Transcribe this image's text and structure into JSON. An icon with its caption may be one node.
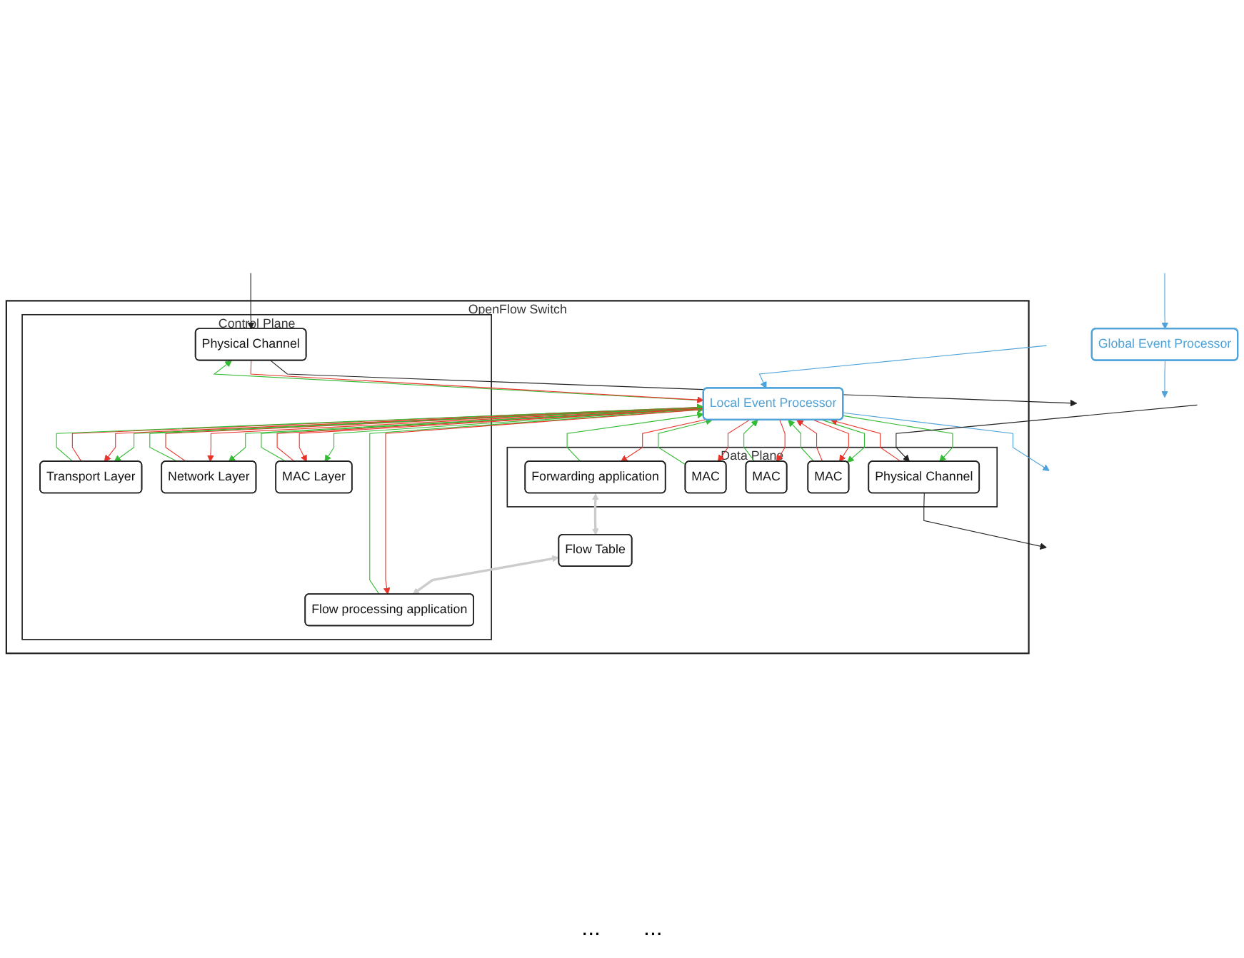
{
  "diagram": {
    "nodes": [
      {
        "text": [
          "OpenFlow Switch"
        ]
      },
      {
        "text": [
          "Data Plane"
        ],
        "in": 0
      },
      {
        "text": [
          "Forwarding application"
        ],
        "in": 1
      },
      {
        "text": [
          "MAC"
        ],
        "in": 1
      },
      {
        "text": [
          "MAC"
        ],
        "in": 1
      },
      {
        "text": [
          "MAC"
        ],
        "in": 1
      },
      {
        "text": [
          "Physical Channel"
        ],
        "in": 1
      },
      {
        "text": [
          "Flow Table"
        ],
        "in": 0
      },
      {
        "text": [
          "Local Event Processor"
        ],
        "in": 0
      },
      {
        "text": [
          "Control Plane"
        ],
        "in": 0
      },
      {
        "text": [
          "Flow processing application"
        ],
        "in": 9
      },
      {
        "text": [
          "Transport Layer"
        ],
        "in": 9
      },
      {
        "text": [
          "Network Layer"
        ],
        "in": 9
      },
      {
        "text": [
          "MAC Layer"
        ],
        "in": 9
      },
      {
        "text": [
          "Physical Channel"
        ],
        "in": 9
      },
      {
        "text": [
          "Global Event Processor"
        ]
      }
    ],
    "edges": [
      {
        "from": 2,
        "to": 7,
        "arrow": "both",
        "color": "#cccccc"
      },
      {
        "from": 7,
        "to": 10,
        "arrow": "both",
        "color": "#cccccc"
      },
      {
        "from": 8,
        "to": null,
        "arrow": "to",
        "color": "#4fa3d9"
      },
      {
        "from": null,
        "to": 8,
        "arrow": "to",
        "color": "#4fa3d9"
      },
      {
        "from": 15,
        "to": null,
        "arrow": "to",
        "color": "#4fa3d9"
      },
      {
        "from": null,
        "to": 15,
        "arrow": "to",
        "color": "#4fa3d9"
      },
      {
        "from": 2,
        "to": 8,
        "arrow": "to",
        "color": "#33bb33"
      },
      {
        "from": 8,
        "to": 5,
        "arrow": "to",
        "color": "#33bb33"
      },
      {
        "from": 5,
        "to": 8,
        "arrow": "to",
        "color": "#e8332a"
      },
      {
        "from": 8,
        "to": 2,
        "arrow": "to",
        "color": "#e8332a"
      },
      {
        "from": 3,
        "to": 8,
        "arrow": "to",
        "color": "#33bb33"
      },
      {
        "from": 4,
        "to": 8,
        "arrow": "to",
        "color": "#33bb33"
      },
      {
        "from": 5,
        "to": 8,
        "arrow": "to",
        "color": "#33bb33"
      },
      {
        "from": 8,
        "to": 6,
        "arrow": "to",
        "color": "#33bb33"
      },
      {
        "from": 6,
        "to": 8,
        "arrow": "to",
        "color": "#e8332a"
      },
      {
        "from": 8,
        "to": 3,
        "arrow": "to",
        "color": "#e8332a"
      },
      {
        "from": 8,
        "to": 4,
        "arrow": "to",
        "color": "#e8332a"
      },
      {
        "from": 8,
        "to": 5,
        "arrow": "to",
        "color": "#e8332a"
      },
      {
        "from": 10,
        "to": 8,
        "arrow": "to",
        "color": "#33bb33"
      },
      {
        "from": 8,
        "to": 11,
        "arrow": "to",
        "color": "#33bb33"
      },
      {
        "from": 11,
        "to": 8,
        "arrow": "to",
        "color": "#e8332a"
      },
      {
        "from": 8,
        "to": 10,
        "arrow": "to",
        "color": "#e8332a"
      },
      {
        "from": 11,
        "to": 8,
        "arrow": "to",
        "color": "#33bb33"
      },
      {
        "from": 8,
        "to": 12,
        "arrow": "to",
        "color": "#33bb33"
      },
      {
        "from": 12,
        "to": 8,
        "arrow": "to",
        "color": "#e8332a"
      },
      {
        "from": 8,
        "to": 11,
        "arrow": "to",
        "color": "#e8332a"
      },
      {
        "from": 12,
        "to": 8,
        "arrow": "to",
        "color": "#33bb33"
      },
      {
        "from": 8,
        "to": 13,
        "arrow": "to",
        "color": "#33bb33"
      },
      {
        "from": 13,
        "to": 8,
        "arrow": "to",
        "color": "#e8332a"
      },
      {
        "from": 8,
        "to": 12,
        "arrow": "to",
        "color": "#e8332a"
      },
      {
        "from": 13,
        "to": 8,
        "arrow": "to",
        "color": "#33bb33"
      },
      {
        "from": 8,
        "to": 14,
        "arrow": "to",
        "color": "#33bb33"
      },
      {
        "from": 14,
        "to": 8,
        "arrow": "to",
        "color": "#e8332a"
      },
      {
        "from": 8,
        "to": 13,
        "arrow": "to",
        "color": "#e8332a"
      },
      {
        "from": null,
        "to": 6,
        "arrow": "to",
        "color": "#222222"
      },
      {
        "from": 6,
        "to": null,
        "arrow": "to",
        "color": "#222222"
      },
      {
        "from": null,
        "to": 14,
        "arrow": "to",
        "color": "#222222"
      },
      {
        "from": 14,
        "to": null,
        "arrow": "to",
        "color": "#222222"
      }
    ],
    "labels": [
      "...",
      "..."
    ]
  }
}
